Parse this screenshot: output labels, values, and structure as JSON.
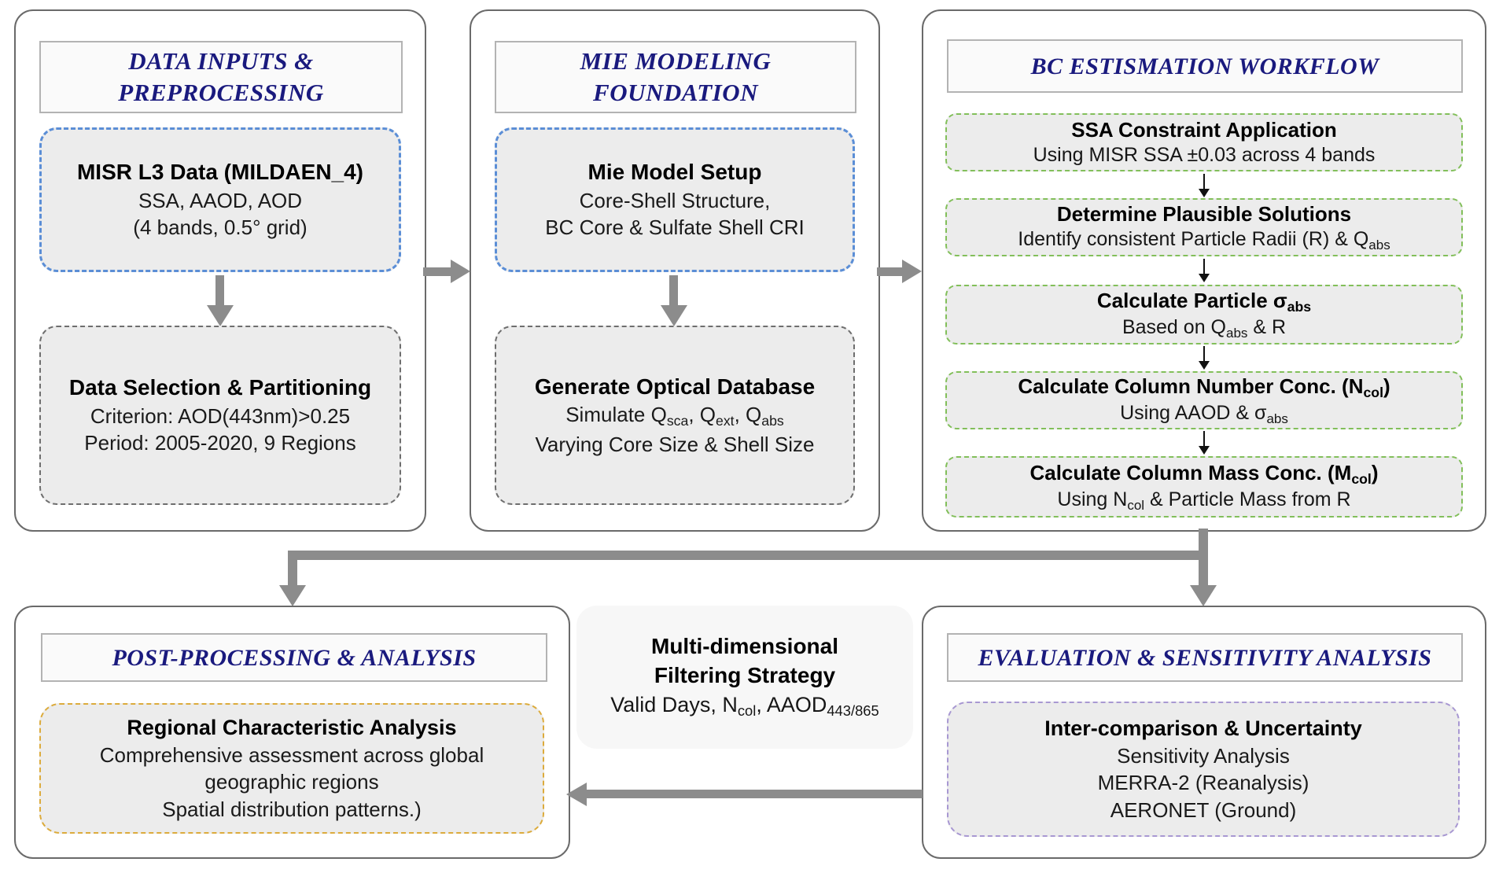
{
  "colors": {
    "title-navy": "#1a1a7e",
    "panel-border": "#6a6a6a",
    "box-fill": "#ececec",
    "blue-dash": "#5b8ed6",
    "gray-dash": "#6e6e6e",
    "green-dash": "#82bf5a",
    "yellow-dash": "#dcab3c",
    "purple-dash": "#a898d2",
    "arrow-gray": "#8c8c8c"
  },
  "panels": {
    "data_inputs": {
      "title": "DATA INPUTS & PREPROCESSING",
      "misr_box": {
        "heading": "MISR L3 Data (MILDAEN_4)",
        "line1": "SSA, AAOD, AOD",
        "line2": "(4 bands, 0.5° grid)"
      },
      "selection_box": {
        "heading": "Data Selection & Partitioning",
        "line1": "Criterion: AOD(443nm)>0.25",
        "line2": "Period: 2005-2020, 9 Regions"
      }
    },
    "mie_foundation": {
      "title": "MIE MODELING FOUNDATION",
      "setup_box": {
        "heading": "Mie Model Setup",
        "line1": "Core-Shell Structure,",
        "line2": "BC Core & Sulfate Shell CRI"
      },
      "database_box": {
        "heading": "Generate Optical Database",
        "line1": "Simulate Q~sca~, Q~ext~, Q~abs~",
        "line2": "Varying Core Size & Shell Size"
      }
    },
    "bc_workflow": {
      "title": "BC ESTISMATION WORKFLOW",
      "steps": [
        {
          "heading": "SSA Constraint Application",
          "detail": "Using MISR SSA ±0.03 across 4 bands"
        },
        {
          "heading": "Determine Plausible Solutions",
          "detail": "Identify consistent Particle Radii (R) & Q~abs~"
        },
        {
          "heading": "Calculate Particle σ~abs~",
          "detail": "Based on Q~abs~ & R"
        },
        {
          "heading": "Calculate Column Number Conc. (N~col~)",
          "detail": "Using AAOD & σ~abs~"
        },
        {
          "heading": "Calculate Column Mass Conc. (M~col~)",
          "detail": "Using N~col~ & Particle Mass from R"
        }
      ]
    },
    "post_processing": {
      "title": "POST-PROCESSING & ANALYSIS",
      "regional_box": {
        "heading": "Regional Characteristic Analysis",
        "line1": "Comprehensive assessment across global geographic regions",
        "line2": "Spatial distribution patterns.)"
      }
    },
    "filtering_note": {
      "heading1": "Multi-dimensional",
      "heading2": "Filtering Strategy",
      "detail": "Valid Days, N~col~, AAOD~443/865~"
    },
    "evaluation": {
      "title": "EVALUATION & SENSITIVITY ANALYSIS",
      "intercomparison_box": {
        "heading": "Inter-comparison & Uncertainty",
        "line1": "Sensitivity Analysis",
        "line2": "MERRA-2 (Reanalysis)",
        "line3": "AERONET (Ground)"
      }
    }
  }
}
